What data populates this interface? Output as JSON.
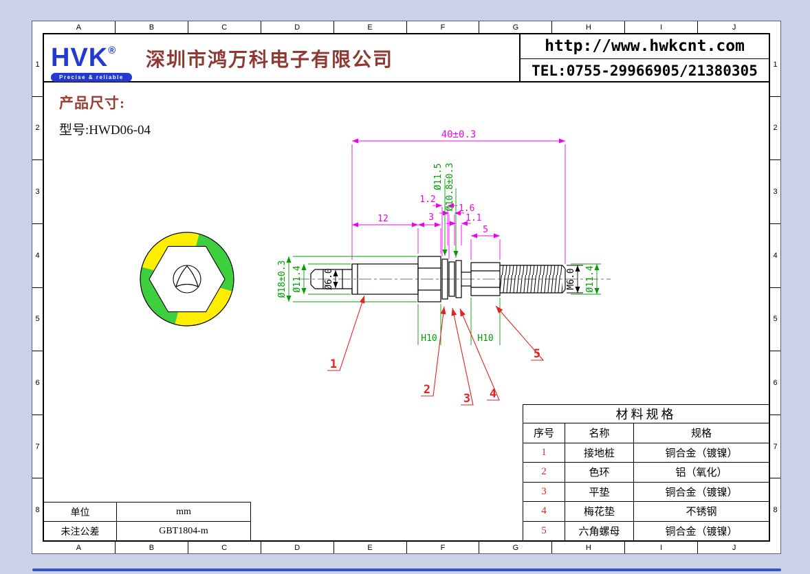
{
  "header": {
    "logo": {
      "text": "HVK",
      "reg": "®",
      "tagline": "Precise & reliable"
    },
    "company": "深圳市鸿万科电子有限公司",
    "website": "http://www.hwkcnt.com",
    "tel": "TEL:0755-29966905/21380305"
  },
  "grid": {
    "cols": [
      "A",
      "B",
      "C",
      "D",
      "E",
      "F",
      "G",
      "H",
      "I",
      "J"
    ],
    "rows": [
      "1",
      "2",
      "3",
      "4",
      "5",
      "6",
      "7",
      "8"
    ]
  },
  "product": {
    "title": "产品尺寸:",
    "model": "型号:HWD06-04"
  },
  "drawing": {
    "dims": {
      "overall": "40±0.3",
      "barrel_len": "12",
      "flange_thk": "3",
      "ring_thk": "1.2",
      "flat_washer_thk": "1.6",
      "star_washer_thk": "1.1",
      "nut_thk": "5",
      "ring_od": "Ø11.5",
      "washer_od": "Ø10.8±0.3",
      "flange_od": "Ø18±0.3",
      "barrel_od": "Ø11.4",
      "pin_od": "Ø6.0",
      "thread_spec": "M6.0",
      "nut_od": "Ø11.4",
      "flange_hex": "H10",
      "nut_hex": "H10"
    },
    "callouts": [
      "1",
      "2",
      "3",
      "4",
      "5"
    ]
  },
  "material_table": {
    "title": "材料规格",
    "headers": [
      "序号",
      "名称",
      "规格"
    ],
    "rows": [
      {
        "no": "1",
        "name": "接地桩",
        "spec": "铜合金（镀镍）"
      },
      {
        "no": "2",
        "name": "色环",
        "spec": "铝（氧化）"
      },
      {
        "no": "3",
        "name": "平垫",
        "spec": "铜合金（镀镍）"
      },
      {
        "no": "4",
        "name": "梅花垫",
        "spec": "不锈钢"
      },
      {
        "no": "5",
        "name": "六角螺母",
        "spec": "铜合金（镀镍）"
      }
    ]
  },
  "info_table": {
    "rows": [
      {
        "label": "单位",
        "value": "mm"
      },
      {
        "label": "未注公差",
        "value": "GBT1804-m"
      }
    ]
  },
  "colors": {
    "dim_magenta": "#f000f0",
    "dim_green": "#00a000",
    "callout_red": "#e32222",
    "logo_blue": "#2339cf",
    "title_red": "#8e3a33",
    "sector_yellow": "#ffee00",
    "sector_green": "#3ecf3e"
  }
}
